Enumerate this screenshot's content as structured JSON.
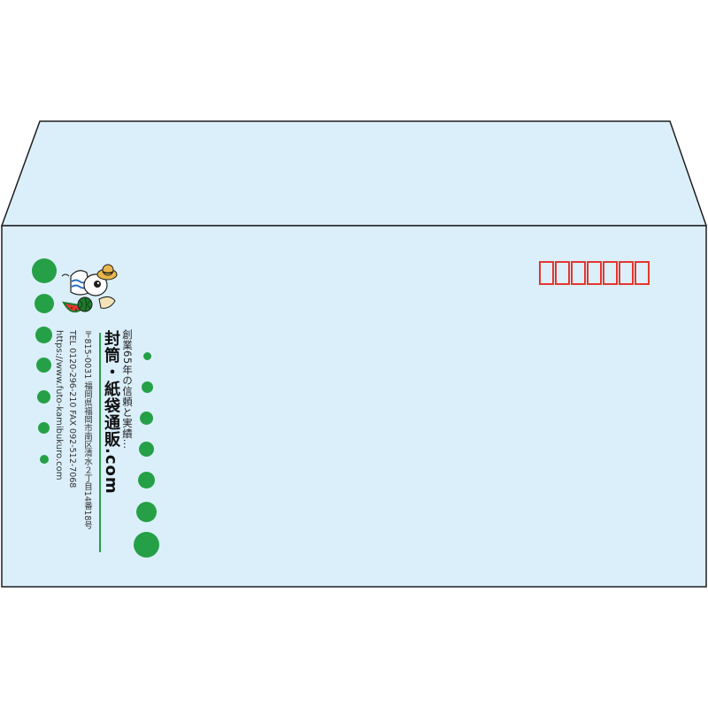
{
  "colors": {
    "envelope_fill": "#dbeffb",
    "outline": "#1e1e1e",
    "postal_box_red": "#e5362b",
    "dot_green": "#25a046"
  },
  "postal_code_box_count": 7,
  "company": {
    "tagline": "創業65年の信頼と実績…",
    "brand_name": "封筒・紙袋通販.com",
    "address": "〒815-0031 福岡県福岡市南区清水２丁目14番18号",
    "tel_fax": "TEL 0120-296-210 FAX 092-512-7068",
    "website": "https://www.futo-kamibukuro.com"
  },
  "icons": {
    "mascot": "mascot-with-straw-hat-and-watermelon-icon"
  }
}
